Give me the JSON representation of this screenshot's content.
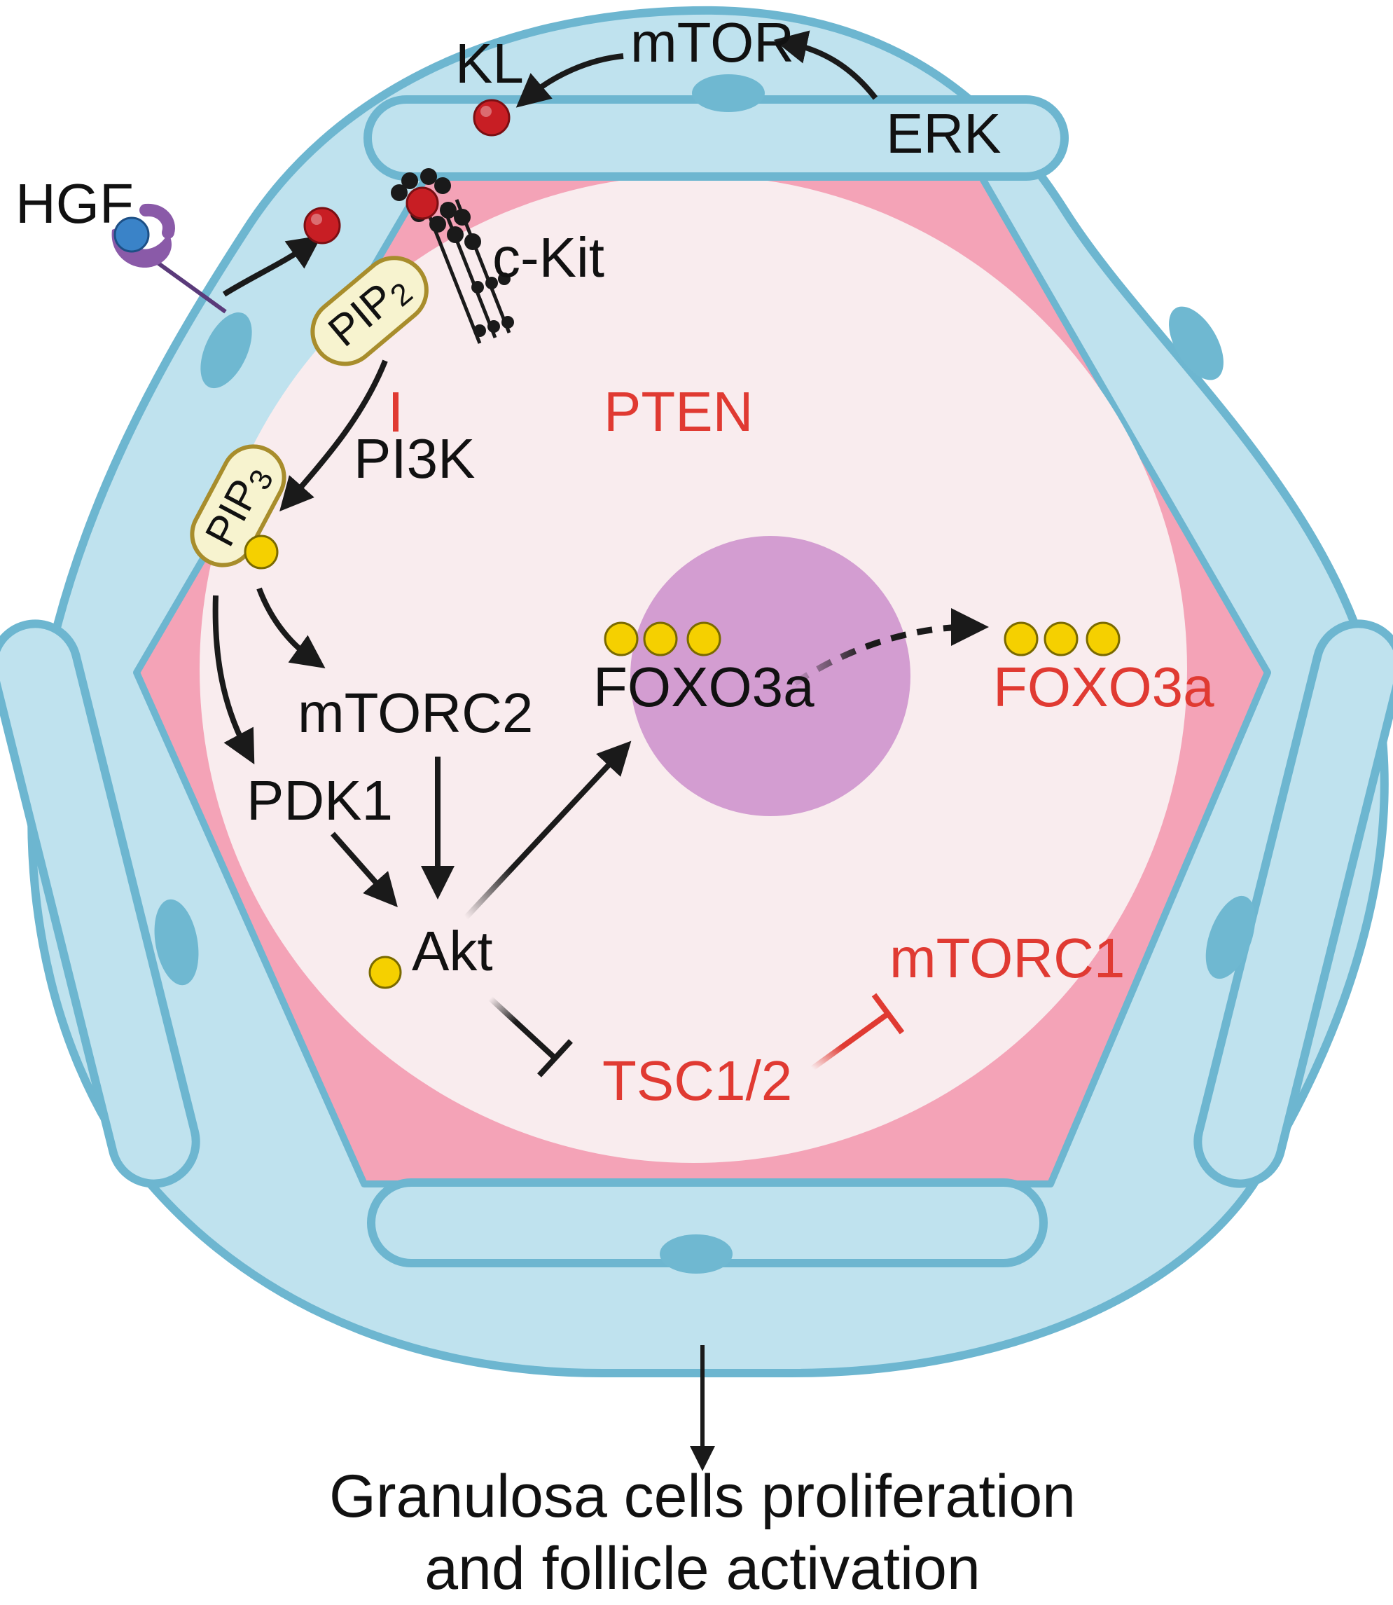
{
  "colors": {
    "granulosa_fill": "#bfe2ee",
    "granulosa_stroke": "#6db6d0",
    "granulosa_nucleus": "#6fb8d1",
    "zona_pink": "#f4a3b7",
    "oocyte_fill": "#f9ecee",
    "nucleus": "#d39dd1",
    "pip_fill": "#f7f3cf",
    "pip_stroke": "#a88d2c",
    "phosphate": "#f5d000",
    "ligand_red": "#c81e24",
    "hgf_blue": "#3a83c8",
    "receptor_purple": "#8a5aa8",
    "activating": "#222222",
    "inhibitory": "#e03a32"
  },
  "labels": {
    "kl": "KL",
    "mtor": "mTOR",
    "erk": "ERK",
    "hgf": "HGF",
    "ckit": "c-Kit",
    "pip2_main": "PIP",
    "pip2_sub": "2",
    "pip3_main": "PIP",
    "pip3_sub": "3",
    "pten": "PTEN",
    "pi3k": "PI3K",
    "mtorc2": "mTORC2",
    "pdk1": "PDK1",
    "akt": "Akt",
    "foxo3a_nuclear": "FOXO3a",
    "foxo3a_cyto": "FOXO3a",
    "mtorc1": "mTORC1",
    "tsc": "TSC1/2"
  },
  "caption": {
    "line1": "Granulosa cells proliferation",
    "line2": "and follicle activation"
  }
}
